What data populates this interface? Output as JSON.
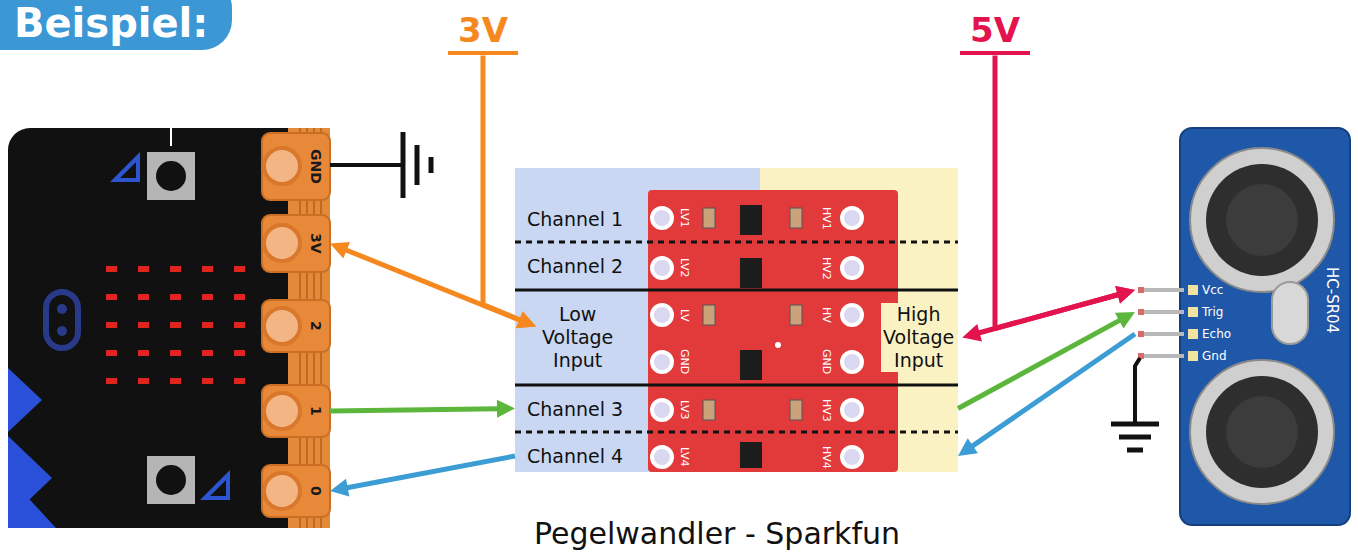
{
  "diagram": {
    "title": "Beispiel:",
    "caption": "Pegelwandler - Sparkfun",
    "nodes": [
      {
        "text": [
          "GND"
        ]
      },
      {
        "text": [
          "3V"
        ]
      },
      {
        "text": [
          "2"
        ]
      },
      {
        "text": [
          "1"
        ]
      },
      {
        "text": [
          "0"
        ]
      },
      {
        "text": [
          "3V"
        ]
      },
      {
        "text": [
          "5V"
        ]
      },
      {
        "text": [
          "Channel 1"
        ]
      },
      {
        "text": [
          "Channel 2"
        ]
      },
      {
        "text": [
          "Low Voltage Input"
        ]
      },
      {
        "text": [
          "Channel 3"
        ]
      },
      {
        "text": [
          "Channel 4"
        ]
      },
      {
        "text": [
          "High Voltage Input"
        ]
      },
      {
        "text": [
          "Vcc"
        ]
      },
      {
        "text": [
          "Trig"
        ]
      },
      {
        "text": [
          "Echo"
        ]
      },
      {
        "text": [
          "Gnd"
        ]
      }
    ],
    "edges": [
      {
        "from": 1,
        "to": 9,
        "arrow": "both"
      },
      {
        "from": 5,
        "to": 9,
        "arrow": "to"
      },
      {
        "from": 12,
        "to": 13,
        "arrow": "both"
      },
      {
        "from": 6,
        "to": 13,
        "arrow": "to"
      },
      {
        "from": 3,
        "to": 10,
        "arrow": "to"
      },
      {
        "from": 10,
        "to": 14,
        "arrow": "to"
      },
      {
        "from": 15,
        "to": 11,
        "arrow": "to"
      },
      {
        "from": 11,
        "to": 4,
        "arrow": "to"
      }
    ],
    "labels": [
      "LV1",
      "LV2",
      "LV",
      "GND",
      "LV3",
      "LV4",
      "HV1",
      "HV2",
      "HV",
      "GND",
      "HV3",
      "HV4",
      "HC-SR04"
    ]
  }
}
